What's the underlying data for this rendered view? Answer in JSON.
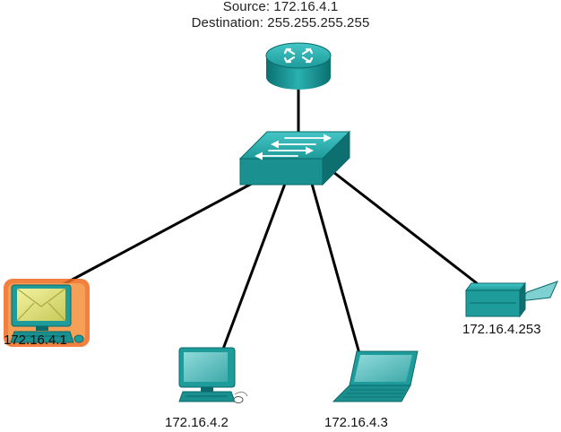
{
  "header": {
    "source": "Source: 172.16.4.1",
    "destination": "Destination: 255.255.255.255"
  },
  "devices": {
    "router": {
      "icon": "router-icon"
    },
    "switch": {
      "icon": "switch-icon"
    },
    "pc1": {
      "label": "172.16.4.1",
      "icon": "desktop-pc-icon",
      "state": "highlighted-sending-message"
    },
    "pc2": {
      "label": "172.16.4.2",
      "icon": "desktop-pc-icon"
    },
    "laptop3": {
      "label": "172.16.4.3",
      "icon": "laptop-icon"
    },
    "printer": {
      "label": "172.16.4.253",
      "icon": "printer-icon"
    }
  },
  "colors": {
    "device_teal": "#1e9b9b",
    "device_dark": "#0b6a6a",
    "screen": "#62c3c3",
    "highlight": "#f06a1c",
    "envelope": "#dede72",
    "link": "#000000"
  }
}
